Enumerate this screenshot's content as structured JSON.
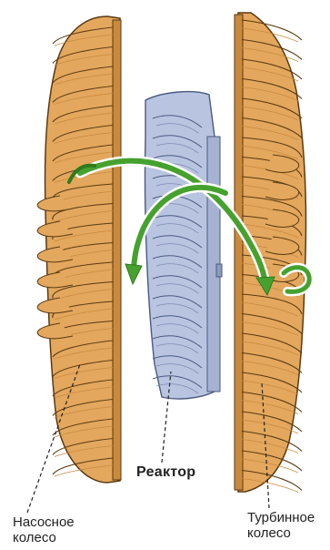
{
  "labels": {
    "pump": [
      "Насосное",
      "колесо"
    ],
    "reactor": "Реактор",
    "turbine": [
      "Турбинное",
      "колесо"
    ]
  },
  "colors": {
    "wheel_fill": "#e3a75d",
    "wheel_dark": "#c98a3e",
    "wheel_stroke": "#5a3a12",
    "reactor_fill": "#b9c4e0",
    "reactor_stroke": "#4a5a80",
    "flow_arrow": "#46a12e",
    "flow_arrow_dark": "#2f7a1c"
  }
}
